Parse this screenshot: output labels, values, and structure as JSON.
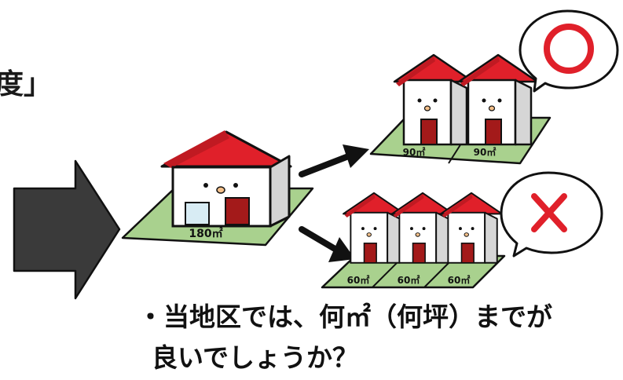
{
  "title_fragment": "度」",
  "big_house": {
    "area_label": "180㎡"
  },
  "pair_houses": [
    {
      "area_label": "90㎡"
    },
    {
      "area_label": "90㎡"
    }
  ],
  "triple_houses": [
    {
      "area_label": "60㎡"
    },
    {
      "area_label": "60㎡"
    },
    {
      "area_label": "60㎡"
    }
  ],
  "verdicts": {
    "pair": "circle-mark",
    "triple": "cross-mark"
  },
  "question": {
    "line1": "・当地区では、何㎡（何坪）までが",
    "line2": "良いでしょうか？"
  },
  "colors": {
    "roof": "#e0202a",
    "lawn": "#a9d18e",
    "door": "#a31a1a",
    "mark": "#e0202a",
    "arrow": "#3a3a3a"
  }
}
